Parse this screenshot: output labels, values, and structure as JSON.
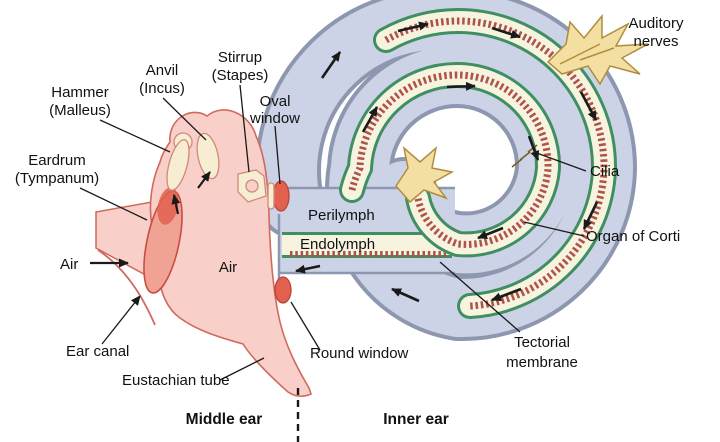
{
  "figure": {
    "middle_ear_section": "Middle ear",
    "inner_ear_section": "Inner ear"
  },
  "labels": {
    "hammer_line1": "Hammer",
    "hammer_line2": "(Malleus)",
    "anvil_line1": "Anvil",
    "anvil_line2": "(Incus)",
    "stirrup_line1": "Stirrup",
    "stirrup_line2": "(Stapes)",
    "oval_window_line1": "Oval",
    "oval_window_line2": "window",
    "eardrum_line1": "Eardrum",
    "eardrum_line2": "(Tympanum)",
    "air_outer": "Air",
    "air_middle": "Air",
    "ear_canal": "Ear canal",
    "eustachian_tube": "Eustachian tube",
    "round_window": "Round window",
    "perilymph": "Perilymph",
    "endolymph": "Endolymph",
    "auditory_nerves_line1": "Auditory",
    "auditory_nerves_line2": "nerves",
    "cilia": "Cilia",
    "organ_of_corti": "Organ of Corti",
    "tectorial_line1": "Tectorial",
    "tectorial_line2": "membrane"
  },
  "colors": {
    "perilymph_fluid": "#ccd3e6",
    "cochlea_outline": "#8e97b0",
    "endolymph_fluid": "#f6f3df",
    "membrane_green": "#3f8f63",
    "tectorial_red": "#b0524a",
    "nerve_yellow": "#f3dfa2",
    "nerve_outline": "#b08d3e",
    "tissue_pink": "#f9cfc9",
    "tissue_outline": "#cf6a5e",
    "window_red": "#e4604e",
    "ossicle_cream": "#f7edd3",
    "arrow_black": "#1a1a1a"
  }
}
